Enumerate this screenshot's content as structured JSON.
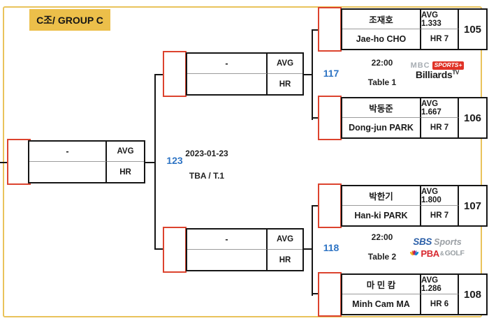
{
  "page": {
    "group_label": "C조/ GROUP C"
  },
  "colors": {
    "page_border": "#e9c35b",
    "label_bg": "#ecbf4a",
    "slot_marker_red": "#dc432e",
    "match_id_blue": "#2e74c4",
    "line_black": "#151515"
  },
  "final_match": {
    "id": "123",
    "date": "2023-01-23",
    "venue": "TBA / T.1",
    "slot": {
      "name": "-",
      "avg_label": "AVG",
      "hr_label": "HR"
    }
  },
  "semifinal_matches": [
    {
      "id": "117",
      "time": "22:00",
      "table": "Table 1",
      "slot": {
        "name": "-",
        "avg_label": "AVG",
        "hr_label": "HR"
      },
      "broadcaster": {
        "mbc": "MBC",
        "sports_badge": "SPORTS+",
        "billiards": "Billiards",
        "tv": "TV"
      }
    },
    {
      "id": "118",
      "time": "22:00",
      "table": "Table 2",
      "slot": {
        "name": "-",
        "avg_label": "AVG",
        "hr_label": "HR"
      },
      "broadcaster": {
        "sbs": "SBS",
        "sports": "Sports",
        "pba": "PBA",
        "amp": "&",
        "golf": "GOLF"
      }
    }
  ],
  "players": [
    {
      "number": "105",
      "name_kr": "조재호",
      "name_en": "Jae-ho CHO",
      "avg": "AVG 1.333",
      "hr": "HR 7"
    },
    {
      "number": "106",
      "name_kr": "박동준",
      "name_en": "Dong-jun PARK",
      "avg": "AVG 1.667",
      "hr": "HR 7"
    },
    {
      "number": "107",
      "name_kr": "박한기",
      "name_en": "Han-ki PARK",
      "avg": "AVG 1.800",
      "hr": "HR 7"
    },
    {
      "number": "108",
      "name_kr": "마 민 캄",
      "name_en": "Minh Cam MA",
      "avg": "AVG 1.286",
      "hr": "HR 6"
    }
  ]
}
